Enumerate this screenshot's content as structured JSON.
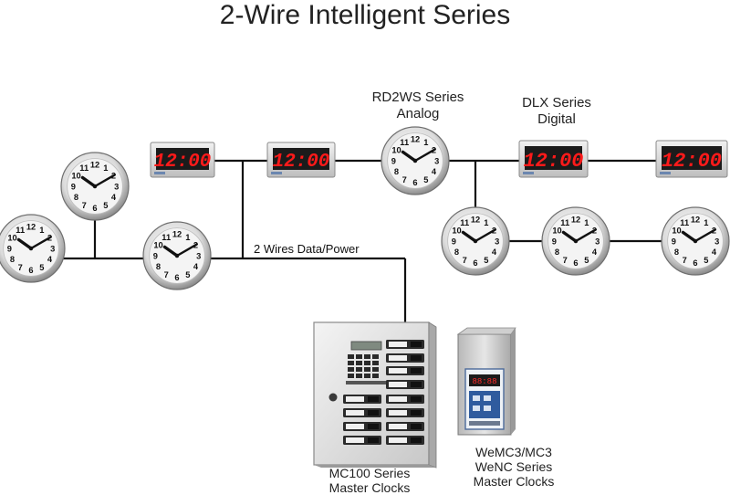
{
  "title": "2-Wire Intelligent Series",
  "wire_label": "2 Wires Data/Power",
  "rd2ws_label": [
    "RD2WS Series",
    "Analog"
  ],
  "dlx_label": [
    "DLX Series",
    "Digital"
  ],
  "mc100_label": [
    "MC100 Series",
    "Master Clocks"
  ],
  "wemc3_label": [
    "WeMC3/MC3",
    "WeNC Series",
    "Master Clocks"
  ],
  "digital_display_time": "12:00",
  "colors": {
    "display_red": "#ff1a1a",
    "wire": "#111111",
    "clock_face": "#f4f4f4"
  },
  "icons": [
    "analog-clock-icon",
    "digital-clock-icon",
    "master-clock-panel-icon",
    "master-clock-box-icon"
  ]
}
